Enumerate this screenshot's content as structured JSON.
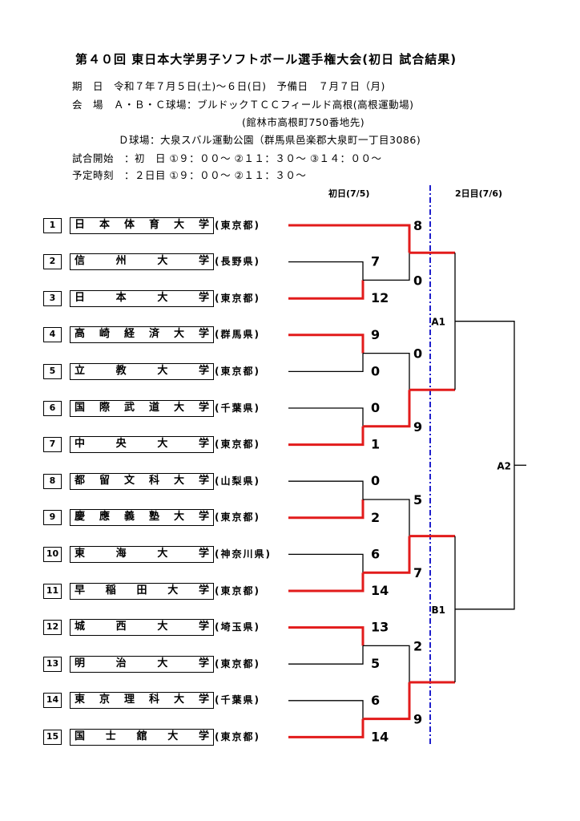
{
  "title": "第４０回 東日本大学男子ソフトボール選手権大会(初日 試合結果)",
  "info_lines": [
    "期　日　令和７年７月５日(土)～６日(日)　予備日　７月７日（月)",
    "会　場　Ａ・Ｂ・Ｃ球場：ブルドックＴＣＣフィールド高根(高根運動場)",
    "(館林市高根町750番地先)",
    "Ｄ球場：大泉スバル運動公園（群馬県邑楽郡大泉町一丁目3086)",
    "試合開始　：初　日 ①９：００～ ②１１：３０～ ③１４：００～",
    "予定時刻　：２日目 ①９：００～ ②１１：３０～"
  ],
  "headers": {
    "day1": "初日(7/5)",
    "day2": "2日目(7/6)"
  },
  "colors": {
    "winner_line": "#e21b1b",
    "normal_line": "#000000",
    "day_divider": "#1f1fcc"
  },
  "teams": [
    {
      "seed": "1",
      "name": "日本体育大学",
      "pref": "(東京都)"
    },
    {
      "seed": "2",
      "name": "信州大学",
      "pref": "(長野県)"
    },
    {
      "seed": "3",
      "name": "日本大学",
      "pref": "(東京都)"
    },
    {
      "seed": "4",
      "name": "高崎経済大学",
      "pref": "(群馬県)"
    },
    {
      "seed": "5",
      "name": "立教大学",
      "pref": "(東京都)"
    },
    {
      "seed": "6",
      "name": "国際武道大学",
      "pref": "(千葉県)"
    },
    {
      "seed": "7",
      "name": "中央大学",
      "pref": "(東京都)"
    },
    {
      "seed": "8",
      "name": "都留文科大学",
      "pref": "(山梨県)"
    },
    {
      "seed": "9",
      "name": "慶應義塾大学",
      "pref": "(東京都)"
    },
    {
      "seed": "10",
      "name": "東海大学",
      "pref": "(神奈川県)"
    },
    {
      "seed": "11",
      "name": "早稲田大学",
      "pref": "(東京都)"
    },
    {
      "seed": "12",
      "name": "城西大学",
      "pref": "(埼玉県)"
    },
    {
      "seed": "13",
      "name": "明治大学",
      "pref": "(東京都)"
    },
    {
      "seed": "14",
      "name": "東京理科大学",
      "pref": "(千葉県)"
    },
    {
      "seed": "15",
      "name": "国士舘大学",
      "pref": "(東京都)"
    }
  ],
  "round1": [
    {
      "top": "2",
      "bottom": "3",
      "top_score": "7",
      "bottom_score": "12",
      "winner": "bottom"
    },
    {
      "top": "4",
      "bottom": "5",
      "top_score": "9",
      "bottom_score": "0",
      "winner": "top"
    },
    {
      "top": "6",
      "bottom": "7",
      "top_score": "0",
      "bottom_score": "1",
      "winner": "bottom"
    },
    {
      "top": "8",
      "bottom": "9",
      "top_score": "0",
      "bottom_score": "2",
      "winner": "bottom"
    },
    {
      "top": "10",
      "bottom": "11",
      "top_score": "6",
      "bottom_score": "14",
      "winner": "bottom"
    },
    {
      "top": "12",
      "bottom": "13",
      "top_score": "13",
      "bottom_score": "5",
      "winner": "top"
    },
    {
      "top": "14",
      "bottom": "15",
      "top_score": "6",
      "bottom_score": "14",
      "winner": "bottom"
    }
  ],
  "round2": [
    {
      "top": "1 vs 2-3 winner",
      "top_score": "8",
      "bottom_score": "0",
      "winner": "top"
    },
    {
      "top": "4-5 vs 6-7",
      "top_score": "0",
      "bottom_score": "9",
      "winner": "bottom"
    },
    {
      "top": "8-9 vs 10-11",
      "top_score": "5",
      "bottom_score": "7",
      "winner": "bottom"
    },
    {
      "top": "12-13 vs 14-15",
      "top_score": "2",
      "bottom_score": "9",
      "winner": "bottom"
    }
  ],
  "games": {
    "a1": "A1",
    "b1": "B1",
    "a2": "A2"
  }
}
